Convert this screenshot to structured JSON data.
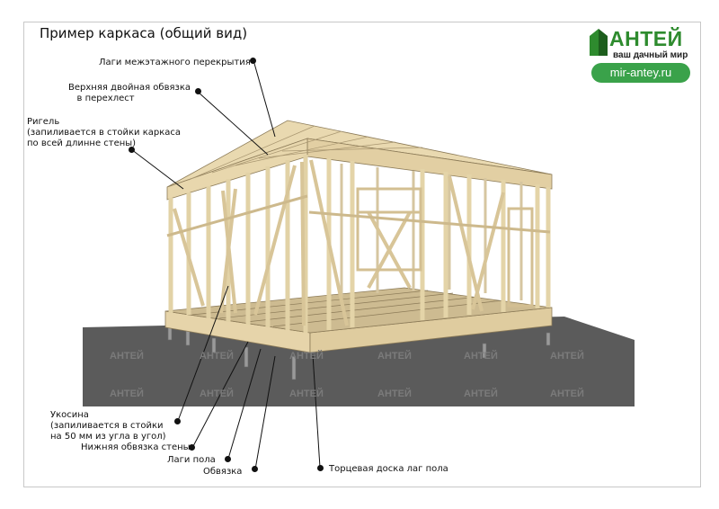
{
  "title": "Пример каркаса (общий вид)",
  "logo": {
    "brand": "АНТЕЙ",
    "tagline": "ваш дачный мир",
    "site": "mir-antey.ru"
  },
  "watermark": "АНТЕЙ",
  "labels": {
    "floor_joists_upper": "Лаги межэтажного перекрытия",
    "top_plate": "Верхняя двойная обвязка\n   в перехлест",
    "crossbar": "Ригель\n(запиливается в стойки каркаса\nпо всей длинне стены)",
    "brace": "Укосина\n(запиливается в стойки\nна 50 мм из угла в угол)",
    "bottom_plate": "Нижняя обвязка стены",
    "floor_joists": "Лаги пола",
    "rim": "Обвязка",
    "end_board": "Торцевая доска лаг пола"
  },
  "colors": {
    "wood": "#e8d7ad",
    "wood_dark": "#c9b78e",
    "ground": "#5b5b5b",
    "brand_green": "#2e8b2e"
  }
}
